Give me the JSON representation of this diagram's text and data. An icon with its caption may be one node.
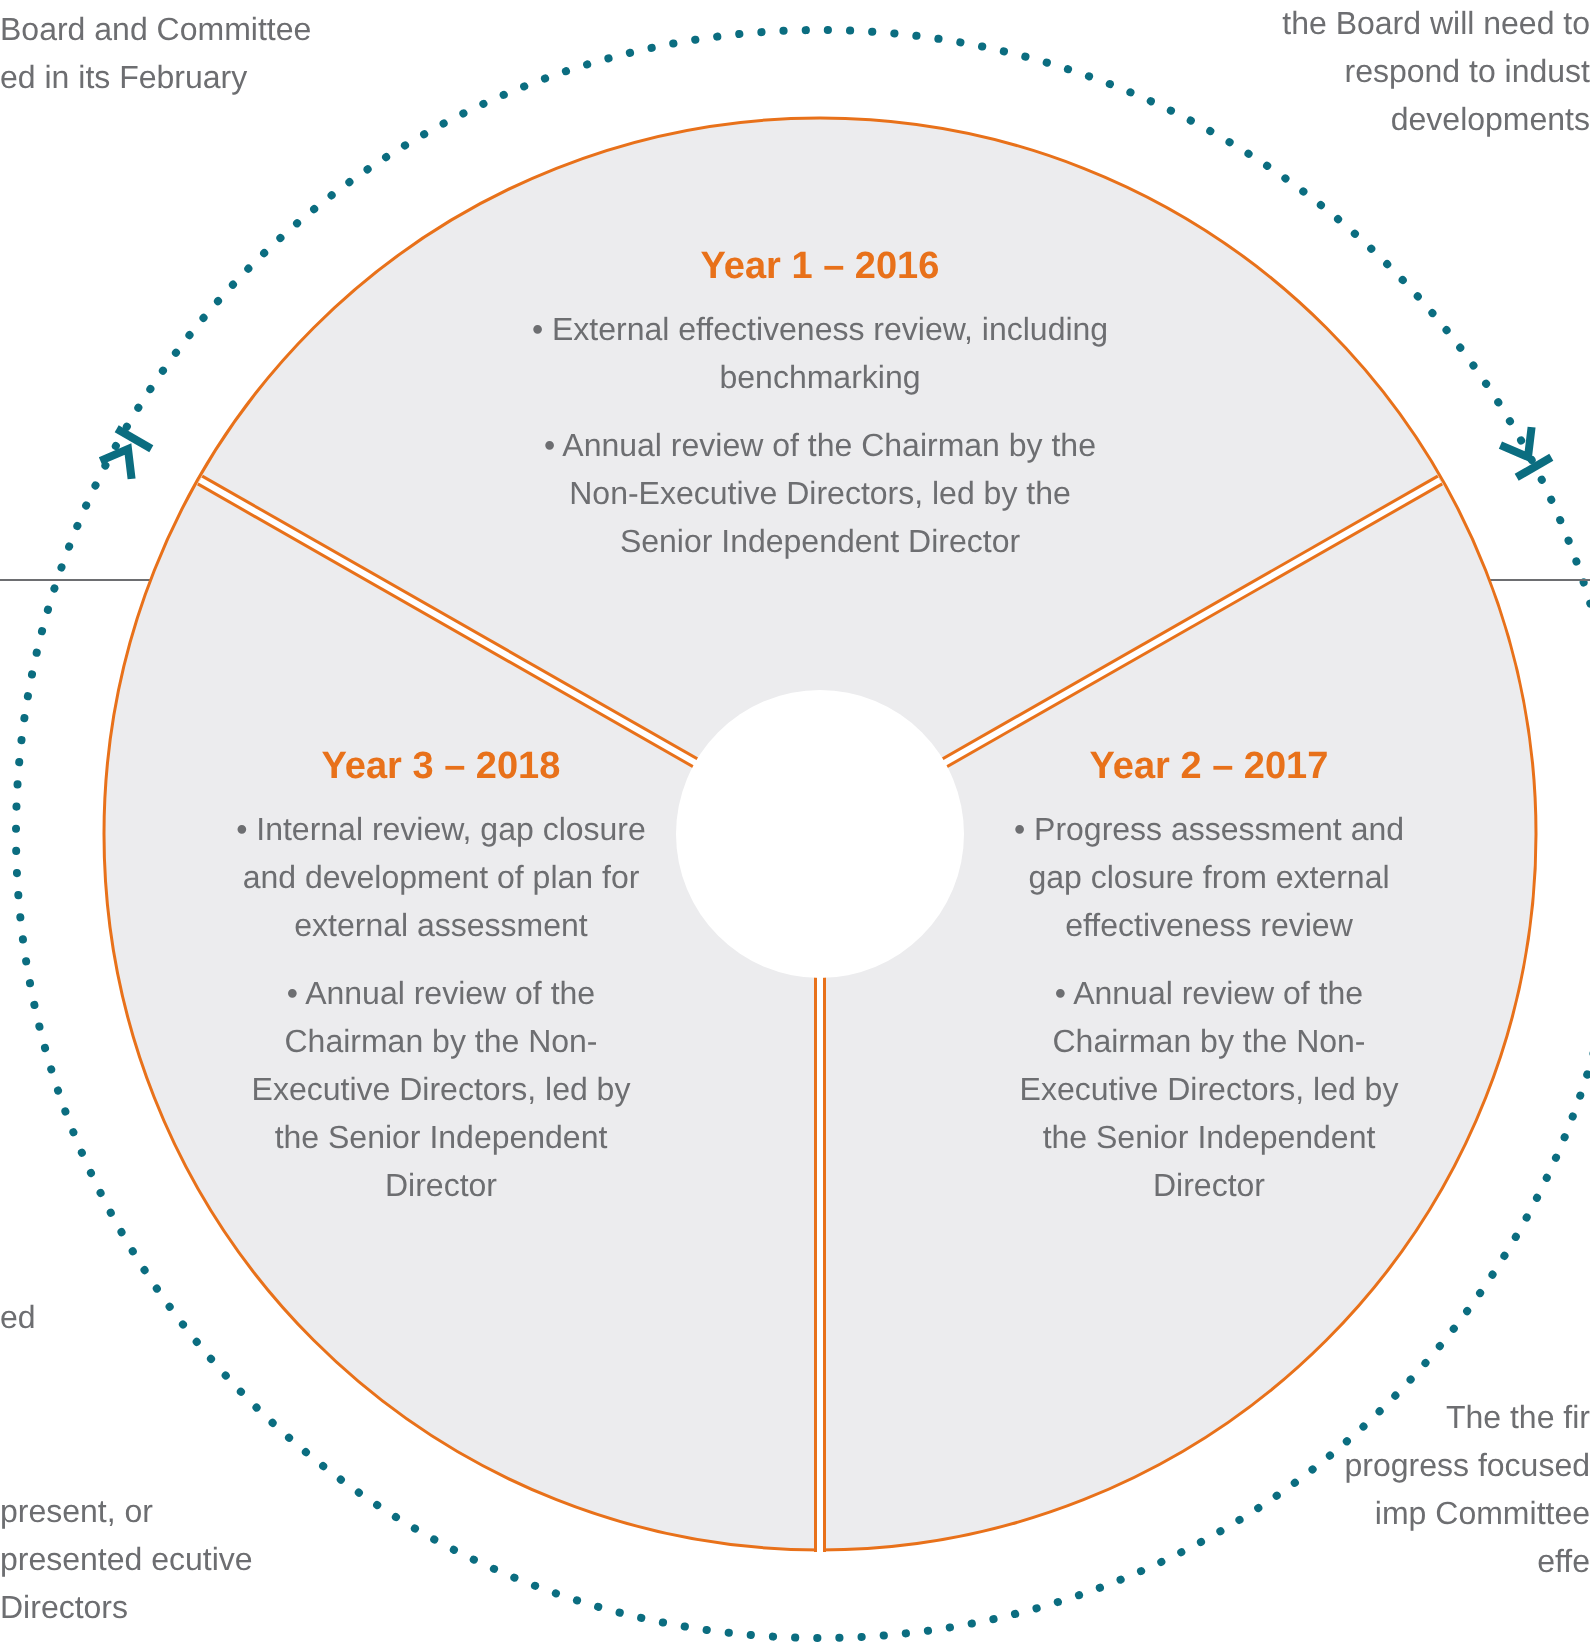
{
  "diagram": {
    "nodes": [
      {
        "text": [
          "Year 1 – 2016",
          "• External effectiveness review, including benchmarking",
          "• Annual review of the Chairman by the Non-Executive Directors, led by the Senior Independent Director"
        ]
      },
      {
        "text": [
          "Year 3 – 2018",
          "• Internal review, gap closure and development of plan for external assessment",
          "• Annual review of the Chairman by the Non-Executive Directors, led by the Senior Independent Director"
        ]
      },
      {
        "text": [
          "Year 2 – 2017",
          "• Progress assessment and gap closure from external effectiveness review",
          "• Annual review of the Chairman by the Non-Executive Directors, led by the Senior Independent Director"
        ]
      }
    ],
    "labels": [
      "Board and Committee ed in its February",
      "the Board will need to respond to indust developments",
      "ed",
      "present, or presented ecutive Directors",
      "The the fir progress focused imp Committee effe"
    ]
  }
}
